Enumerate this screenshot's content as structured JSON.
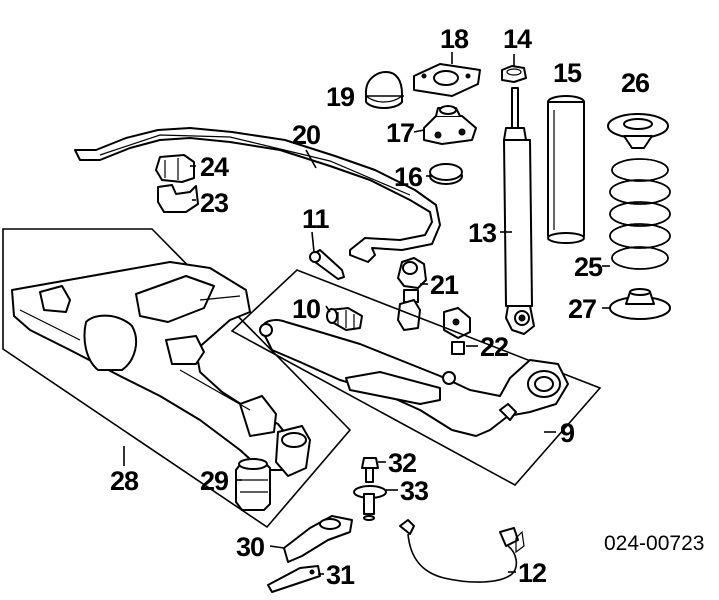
{
  "diagram": {
    "catalog_number": "024-00723",
    "callouts": [
      {
        "id": "c12",
        "text": "12"
      },
      {
        "id": "c13",
        "text": "13"
      },
      {
        "id": "c14",
        "text": "14"
      },
      {
        "id": "c15",
        "text": "15"
      },
      {
        "id": "c16",
        "text": "16"
      },
      {
        "id": "c17",
        "text": "17"
      },
      {
        "id": "c18",
        "text": "18"
      },
      {
        "id": "c19",
        "text": "19"
      },
      {
        "id": "c20",
        "text": "20"
      },
      {
        "id": "c21",
        "text": "21"
      },
      {
        "id": "c22",
        "text": "22"
      },
      {
        "id": "c23",
        "text": "23"
      },
      {
        "id": "c24",
        "text": "24"
      },
      {
        "id": "c25",
        "text": "25"
      },
      {
        "id": "c26",
        "text": "26"
      },
      {
        "id": "c27",
        "text": "27"
      },
      {
        "id": "c28",
        "text": "28"
      },
      {
        "id": "c29",
        "text": "29"
      },
      {
        "id": "c9",
        "text": "9"
      },
      {
        "id": "c10",
        "text": "10"
      },
      {
        "id": "c11",
        "text": "11"
      },
      {
        "id": "c30",
        "text": "30"
      },
      {
        "id": "c31",
        "text": "31"
      },
      {
        "id": "c32",
        "text": "32"
      },
      {
        "id": "c33",
        "text": "33"
      }
    ]
  }
}
